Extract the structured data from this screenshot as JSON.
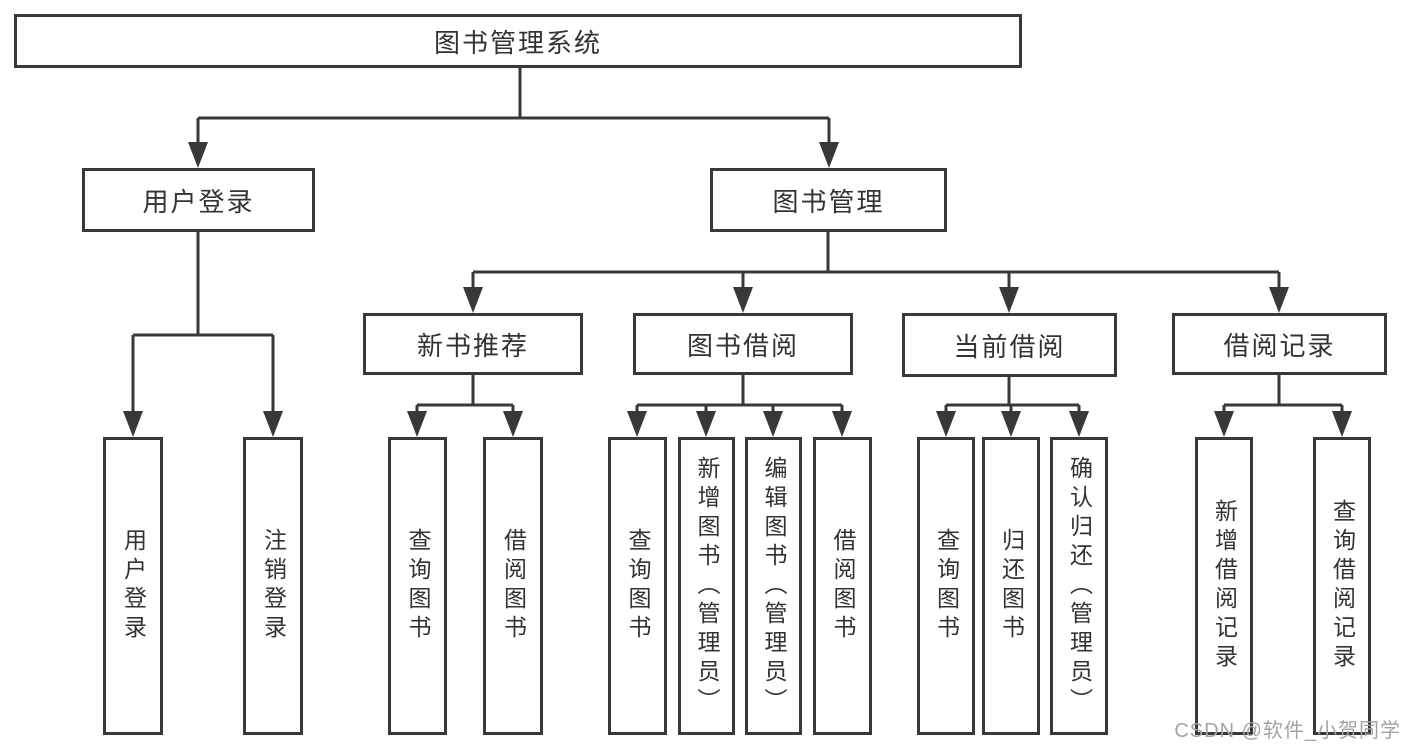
{
  "diagram": {
    "title_node": "图书管理系统",
    "nodes": {
      "root": "图书管理系统",
      "level1": [
        "用户登录",
        "图书管理"
      ],
      "level2": [
        "新书推荐",
        "图书借阅",
        "当前借阅",
        "借阅记录"
      ],
      "leaves": [
        "用户登录",
        "注销登录",
        "查询图书",
        "借阅图书",
        "查询图书",
        "新增图书（管理员）",
        "编辑图书（管理员）",
        "借阅图书",
        "查询图书",
        "归还图书",
        "确认归还（管理员）",
        "新增借阅记录",
        "查询借阅记录"
      ]
    },
    "colors": {
      "line": "#383838",
      "text": "#333333",
      "background": "#ffffff",
      "watermark": "#a3a3a3"
    }
  },
  "watermark": {
    "text": "CSDN @软件_小贺同学"
  }
}
